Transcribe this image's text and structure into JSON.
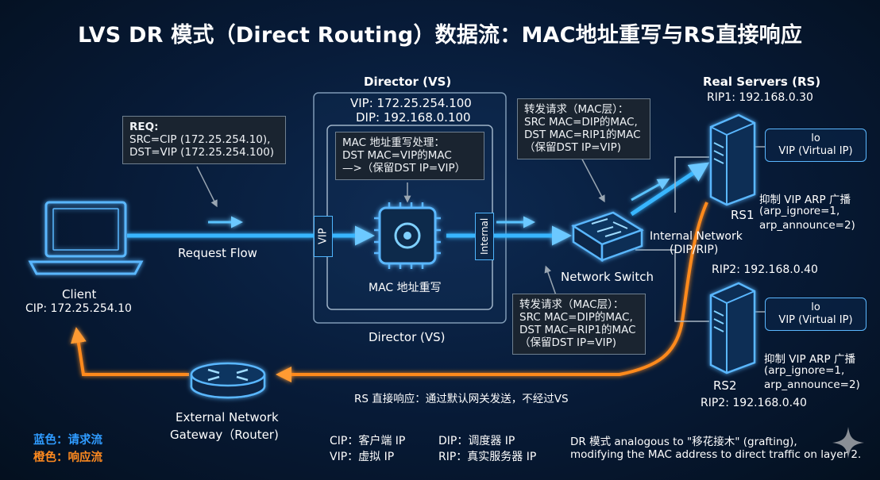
{
  "title": "LVS DR 模式（Direct Routing）数据流：MAC地址重写与RS直接响应",
  "client": {
    "label": "Client",
    "ip": "CIP: 172.25.254.10"
  },
  "req_note": {
    "head": "REQ:",
    "line1": "SRC=CIP (172.25.254.10),",
    "line2": "DST=VIP (172.25.254.100)"
  },
  "request_flow": "Request Flow",
  "director": {
    "title_top": "Director (VS)",
    "vip": "VIP: 172.25.254.100",
    "dip": "DIP: 192.168.0.100",
    "note_head": "MAC 地址重写处理：",
    "note_line1": "DST MAC=VIP的MAC",
    "note_line2": "—>（保留DST IP=VIP）",
    "vip_tag": "VIP",
    "internal_tag": "Internal",
    "chip_label": "MAC 地址重写",
    "title_bottom": "Director (VS)"
  },
  "forward_note_top": {
    "head": "转发请求（MAC层）：",
    "line1": "SRC MAC=DIP的MAC,",
    "line2": "DST MAC=RIP1的MAC",
    "line3": "（保留DST IP=VIP)"
  },
  "forward_note_bottom": {
    "head": "转发请求（MAC层）：",
    "line1": "SRC MAC=DIP的MAC,",
    "line2": "DST MAC=RIP1的MAC",
    "line3": "（保留DST IP=VIP)"
  },
  "switch": {
    "label": "Network Switch",
    "net_line1": "Internal Network",
    "net_line2": "(DIP/RIP)"
  },
  "real_servers": {
    "title": "Real Servers (RS)",
    "rip1_top": "RIP1: 192.168.0.30",
    "rs1": {
      "lo": "lo",
      "vip": "VIP (Virtual IP)",
      "name": "RS1",
      "arp1": "抑制 VIP ARP 广播",
      "arp2": "(arp_ignore=1,",
      "arp3": "arp_announce=2)",
      "rip": "RIP2: 192.168.0.40"
    },
    "rs2": {
      "lo": "lo",
      "vip": "VIP (Virtual IP)",
      "name": "RS2",
      "arp1": "抑制 VIP ARP 广播",
      "arp2": "(arp_ignore=1,",
      "arp3": "arp_announce=2)",
      "rip": "RIP2: 192.168.0.40"
    }
  },
  "response_text": "RS 直接响应：通过默认网关发送，不经过VS",
  "gateway": {
    "line1": "External Network",
    "line2": "Gateway（Router)"
  },
  "legend": {
    "blue": "蓝色：请求流",
    "orange": "橙色：响应流"
  },
  "glossary": {
    "cip": "CIP：客户端 IP",
    "vip": "VIP：虚拟 IP",
    "dip": "DIP：调度器 IP",
    "rip": "RIP：真实服务器 IP"
  },
  "footnote": {
    "line1": "DR 模式 analogous to \"移花接木\" (grafting),",
    "line2": "modifying the MAC address to direct traffic on layer 2."
  },
  "colors": {
    "request": "#38b6ff",
    "response": "#ff8a1f",
    "legend_blue": "#2f9bff",
    "legend_orange": "#ff8a1f"
  }
}
